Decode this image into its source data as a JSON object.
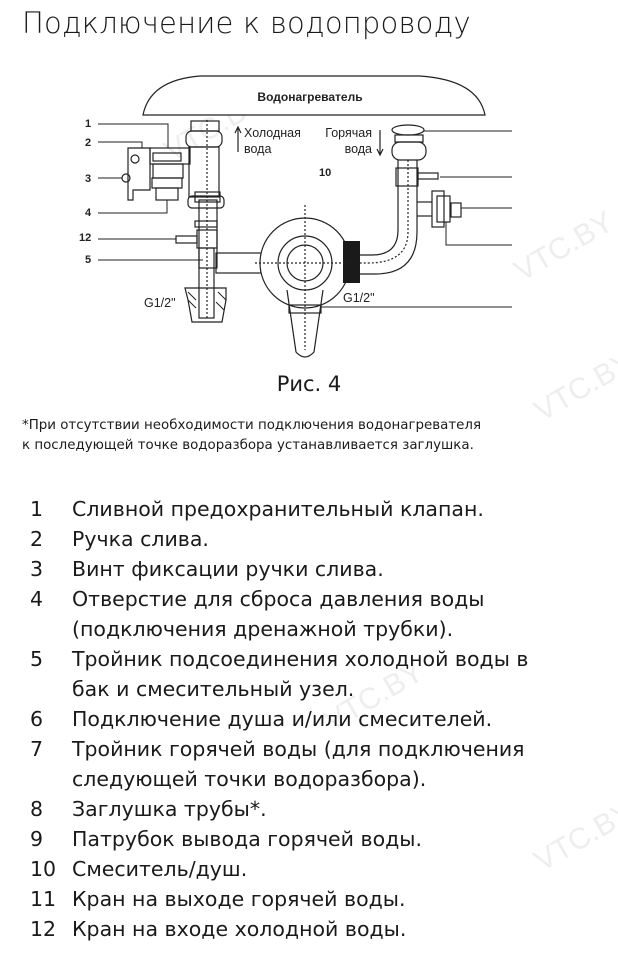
{
  "title": "Подключение к водопроводу",
  "diagram": {
    "heater_label": "Водонагреватель",
    "cold_water": [
      "Холодная",
      "вода"
    ],
    "hot_water": [
      "Горячая",
      "вода"
    ],
    "thread_left": "G1/2\"",
    "thread_right": "G1/2\"",
    "callouts": [
      "1",
      "2",
      "3",
      "4",
      "12",
      "5",
      "10"
    ]
  },
  "caption": "Рис. 4",
  "note": [
    "*При отсутствии необходимости подключения водонагревателя",
    "к последующей точке водоразбора устанавливается заглушка."
  ],
  "legend": [
    {
      "num": "1",
      "lines": [
        "Сливной предохранительный клапан."
      ]
    },
    {
      "num": "2",
      "lines": [
        "Ручка слива."
      ]
    },
    {
      "num": "3",
      "lines": [
        "Винт фиксации ручки слива."
      ]
    },
    {
      "num": "4",
      "lines": [
        "Отверстие для сброса давления воды",
        "(подключения дренажной трубки)."
      ]
    },
    {
      "num": "5",
      "lines": [
        "Тройник подсоединения холодной воды в",
        "бак и смесительный узел."
      ]
    },
    {
      "num": "6",
      "lines": [
        "Подключение душа и/или смесителей."
      ]
    },
    {
      "num": "7",
      "lines": [
        "Тройник горячей воды (для подключения",
        "следующей точки водоразбора)."
      ]
    },
    {
      "num": "8",
      "lines": [
        "Заглушка трубы*."
      ]
    },
    {
      "num": "9",
      "lines": [
        "Патрубок вывода горячей воды."
      ]
    },
    {
      "num": "10",
      "lines": [
        "Смеситель/душ."
      ]
    },
    {
      "num": "11",
      "lines": [
        "Кран на выходе горячей воды."
      ]
    },
    {
      "num": "12",
      "lines": [
        "Кран на входе холодной воды."
      ]
    }
  ]
}
